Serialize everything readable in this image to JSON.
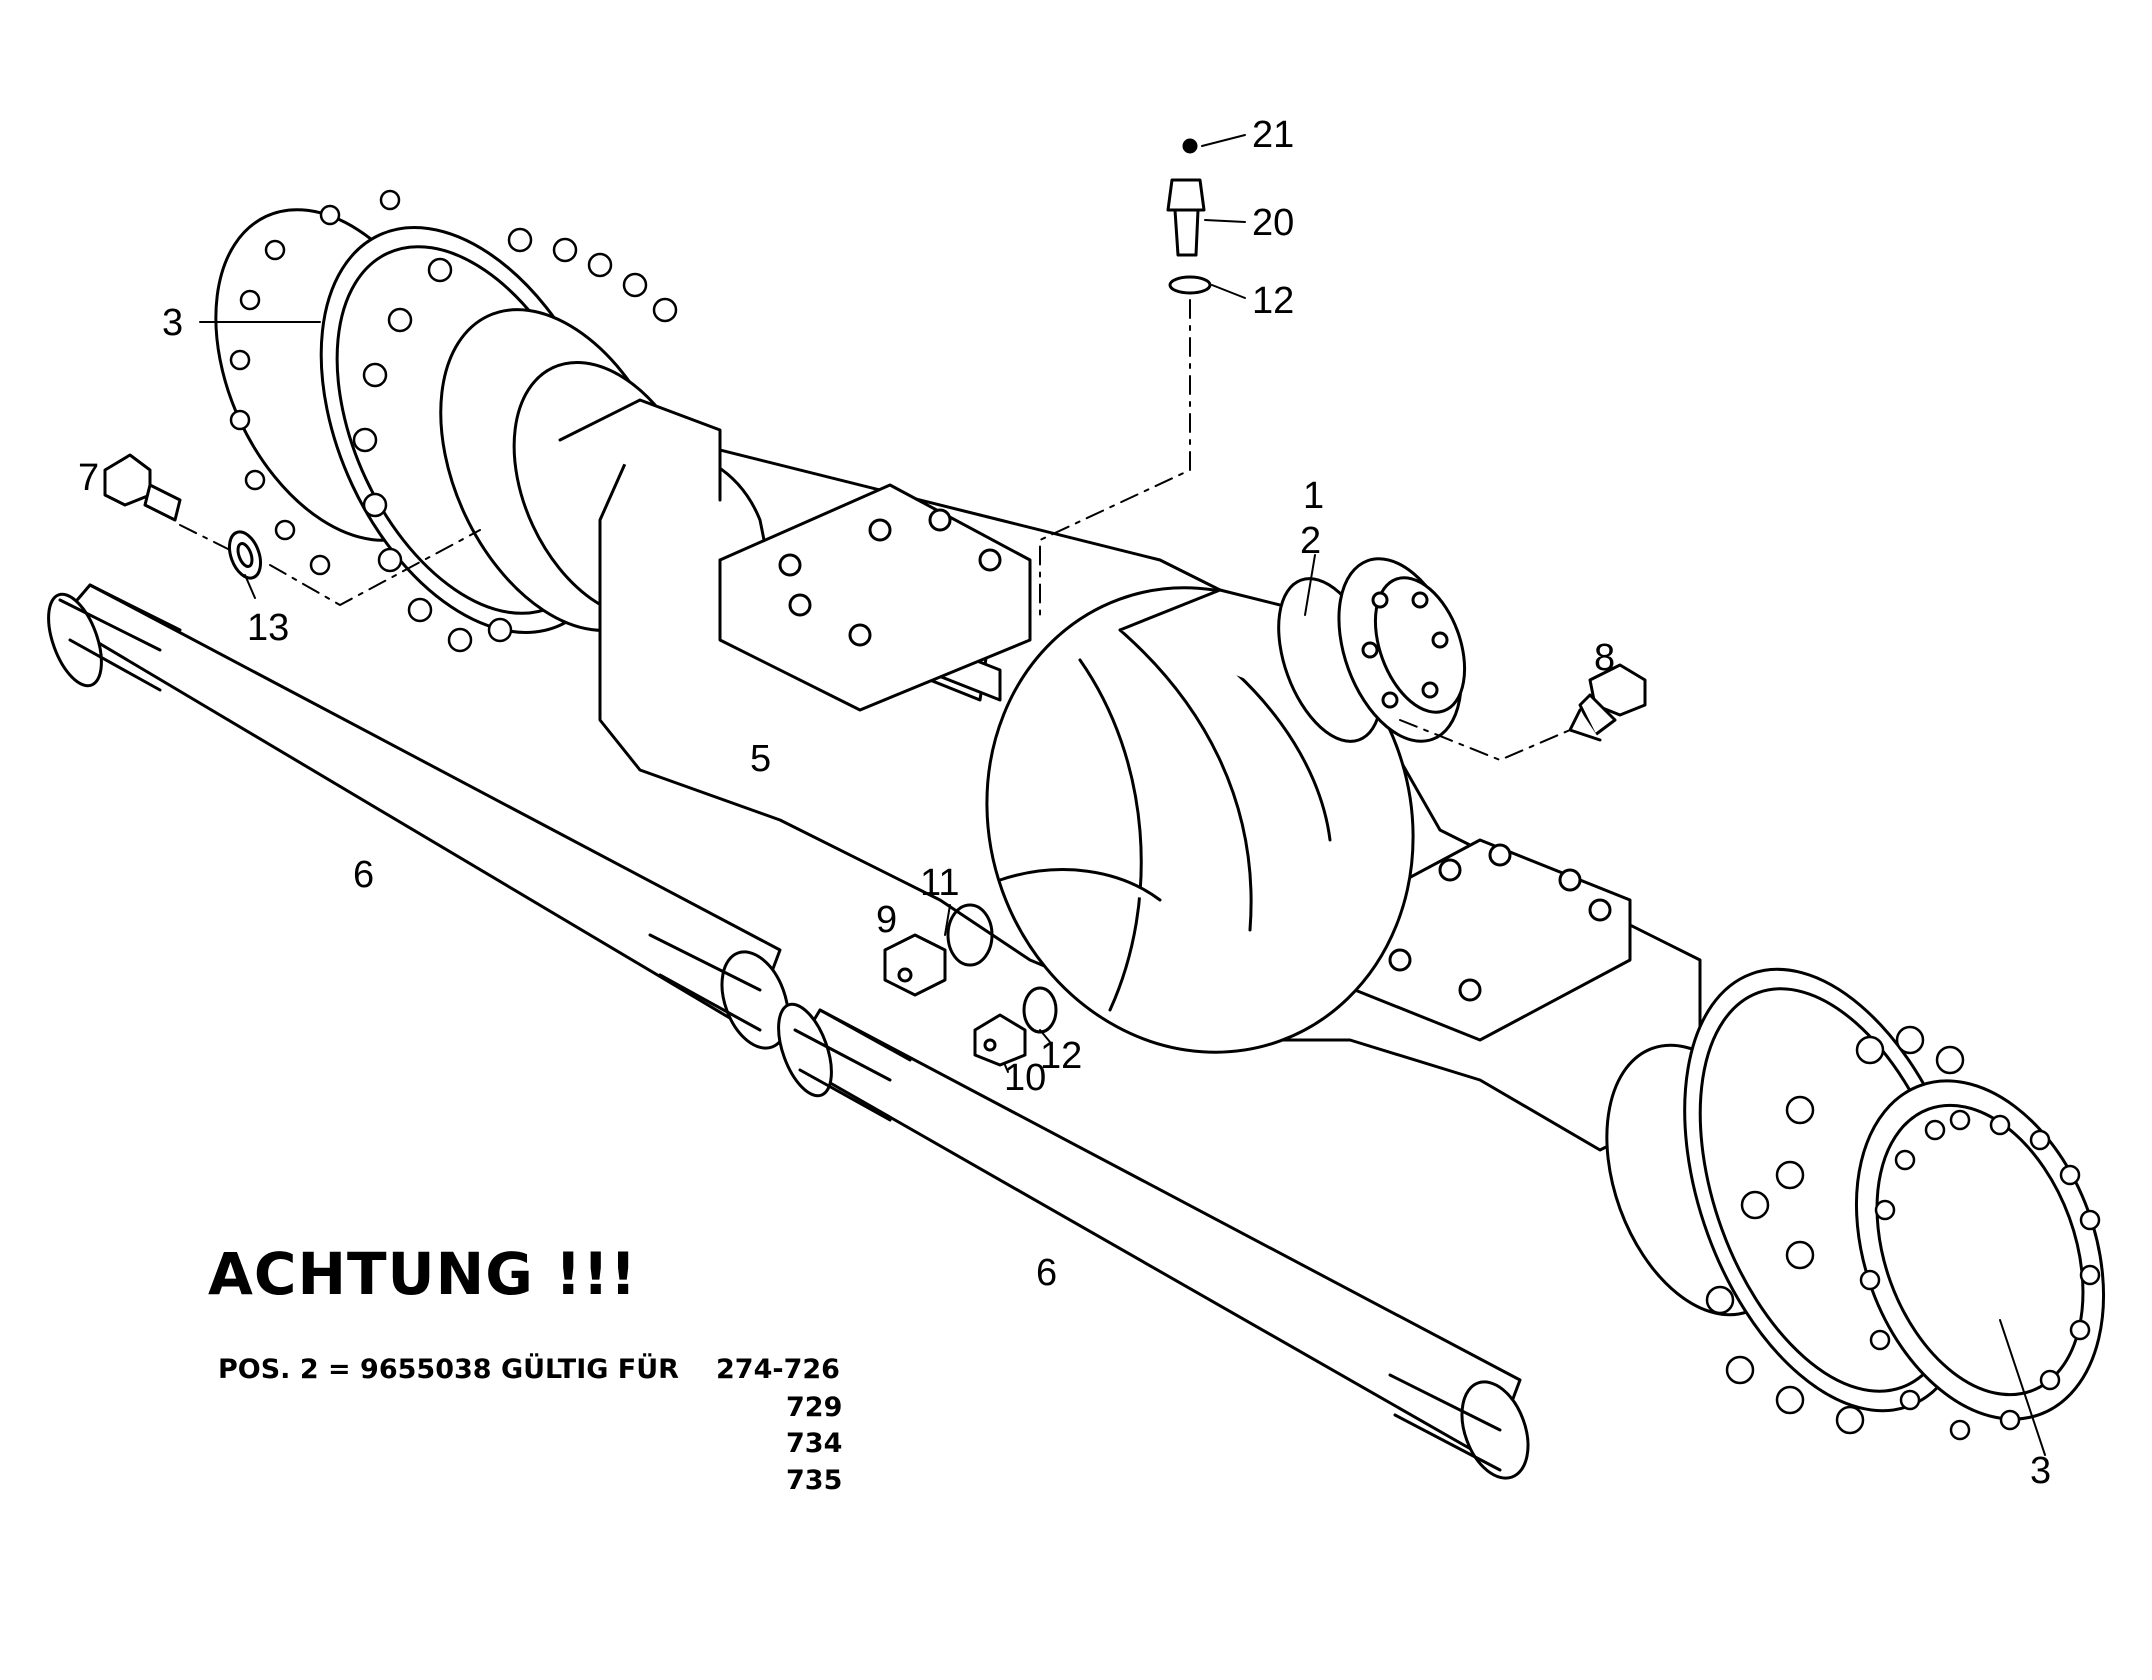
{
  "callouts": {
    "c21": "21",
    "c20": "20",
    "c12_top": "12",
    "c3_left": "3",
    "c7": "7",
    "c13": "13",
    "c1": "1",
    "c2": "2",
    "c8": "8",
    "c5": "5",
    "c6_left": "6",
    "c11": "11",
    "c9": "9",
    "c12_mid": "12",
    "c10": "10",
    "c6_right": "6",
    "c3_right": "3"
  },
  "notice": {
    "title": "ACHTUNG !!!",
    "line": "POS. 2  =  9655038 GÜLTIG FÜR",
    "range": "274-726",
    "serials": [
      "729",
      "734",
      "735"
    ]
  },
  "colors": {
    "ink": "#000000",
    "paper": "#ffffff"
  }
}
